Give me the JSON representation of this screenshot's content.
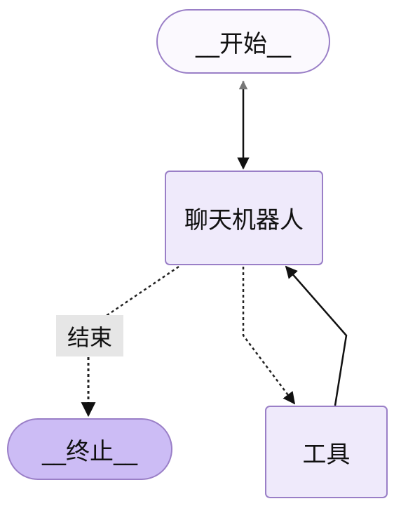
{
  "diagram": {
    "nodes": {
      "start": {
        "label": "__开始__"
      },
      "chatbot": {
        "label": "聊天机器人"
      },
      "end": {
        "label": "__终止__"
      },
      "tools": {
        "label": "工具"
      }
    },
    "edge_labels": {
      "chatbot_to_end": "结束"
    },
    "edges": [
      {
        "from": "start",
        "to": "chatbot",
        "style": "solid"
      },
      {
        "from": "chatbot",
        "to": "end",
        "style": "dotted",
        "label": "结束"
      },
      {
        "from": "chatbot",
        "to": "tools",
        "style": "dotted"
      },
      {
        "from": "tools",
        "to": "chatbot",
        "style": "solid"
      }
    ]
  }
}
